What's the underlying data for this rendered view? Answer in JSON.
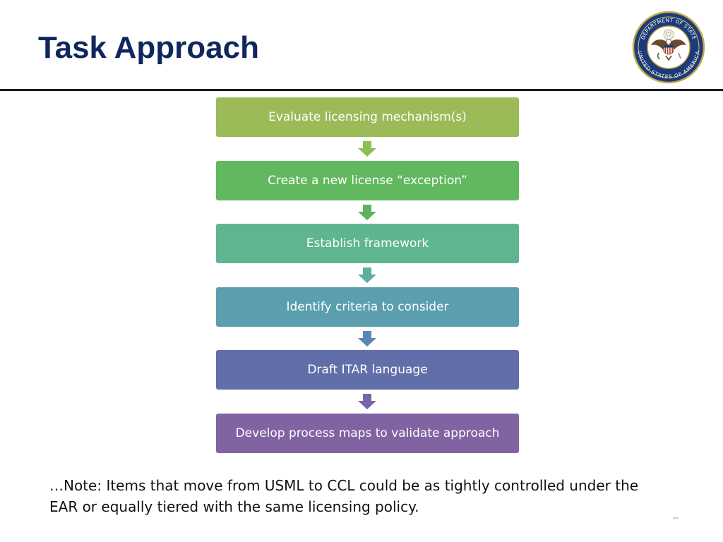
{
  "slide": {
    "title": "Task Approach",
    "seal_text_top": "DEPARTMENT OF STATE",
    "seal_text_bottom": "UNITED STATES OF AMERICA",
    "note": "…Note: Items that move from USML to CCL could be as tightly controlled under the EAR or equally tiered with the same licensing policy."
  },
  "flow": {
    "steps": [
      {
        "label": "Evaluate licensing mechanism(s)",
        "color": "#9bbb59"
      },
      {
        "label": "Create a new license “exception”",
        "color": "#62b85f"
      },
      {
        "label": "Establish framework",
        "color": "#5fb58f"
      },
      {
        "label": "Identify criteria to consider",
        "color": "#5b9faf"
      },
      {
        "label": "Draft ITAR language",
        "color": "#626ea9"
      },
      {
        "label": "Develop process maps to validate approach",
        "color": "#8064a2"
      }
    ],
    "arrow_colors": [
      "#8dc152",
      "#5db35b",
      "#5cb0a0",
      "#5b86b3",
      "#7a65a6"
    ]
  },
  "colors": {
    "title": "#10275e",
    "rule": "#1a1a1a"
  }
}
